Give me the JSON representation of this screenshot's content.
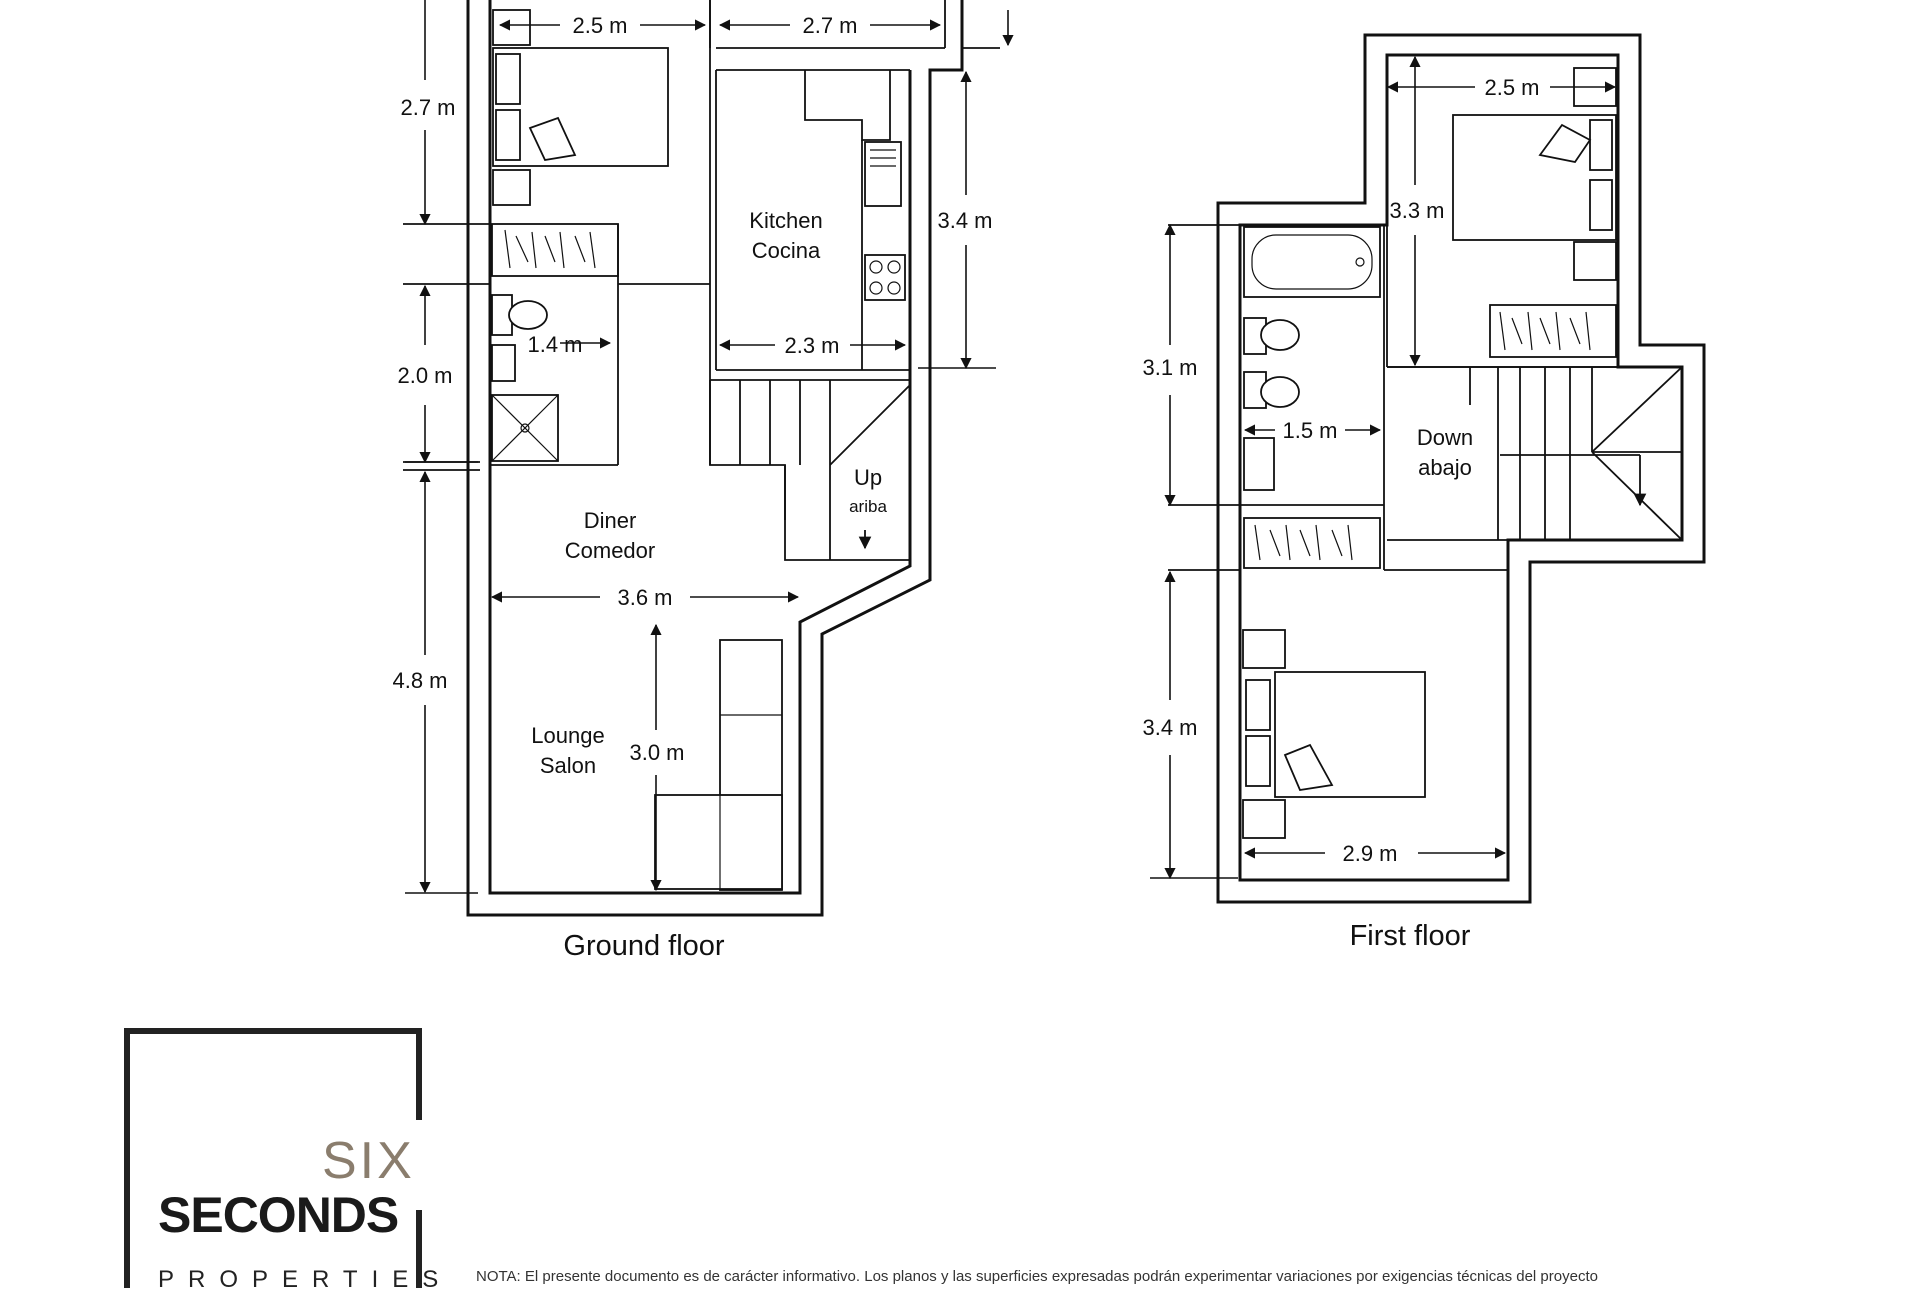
{
  "ground_floor": {
    "title": "Ground floor",
    "rooms": {
      "kitchen": [
        "Kitchen",
        "Cocina"
      ],
      "diner": [
        "Diner",
        "Comedor"
      ],
      "lounge": [
        "Lounge",
        "Salon"
      ],
      "stairs_up": [
        "Up",
        "ariba"
      ]
    },
    "dimensions": {
      "bedroom_width": "2.5 m",
      "kitchen_top_width": "2.7 m",
      "bedroom_depth": "2.7 m",
      "kitchen_depth": "3.4 m",
      "kitchen_width": "2.3 m",
      "bathroom_depth": "2.0 m",
      "bathroom_width": "1.4 m",
      "diner_width": "3.6 m",
      "main_depth": "4.8 m",
      "sofa_length": "3.0 m"
    }
  },
  "first_floor": {
    "title": "First floor",
    "rooms": {
      "stairs_down": [
        "Down",
        "abajo"
      ]
    },
    "dimensions": {
      "bedroom1_width": "2.5 m",
      "bedroom1_depth": "3.3 m",
      "bathroom_depth": "3.1 m",
      "bathroom_width": "1.5 m",
      "bedroom2_depth": "3.4 m",
      "bedroom2_width": "2.9 m"
    }
  },
  "logo": {
    "line1": "SIX",
    "line2": "SECONDS",
    "line3": "PROPERTIES"
  },
  "note": "NOTA: El presente documento es de carácter informativo. Los planos y las superficies expresadas podrán experimentar variaciones por exigencias técnicas del proyecto"
}
